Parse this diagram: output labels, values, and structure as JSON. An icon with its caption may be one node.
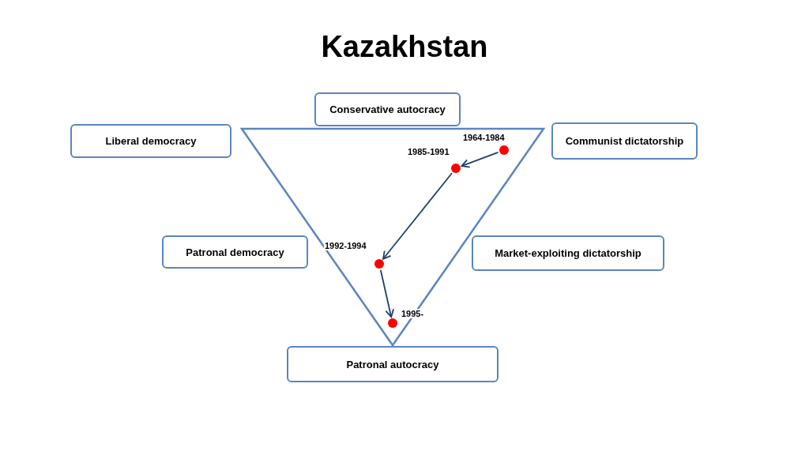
{
  "diagram": {
    "title": "Kazakhstan",
    "nodes": [
      {
        "text": [
          "Conservative autocracy"
        ]
      },
      {
        "text": [
          "Liberal democracy"
        ]
      },
      {
        "text": [
          "Communist dictatorship"
        ]
      },
      {
        "text": [],
        "shape": "circle",
        "beside": [
          "1964-1984"
        ]
      },
      {
        "text": [],
        "shape": "circle",
        "beside": [
          "1985-1991"
        ]
      },
      {
        "text": [
          "Patronal democracy"
        ]
      },
      {
        "text": [
          "Market-exploiting dictatorship"
        ]
      },
      {
        "text": [],
        "shape": "circle",
        "beside": [
          "1992-1994"
        ]
      },
      {
        "text": [],
        "shape": "circle",
        "beside": [
          "1995-"
        ]
      },
      {
        "text": [
          "Patronal autocracy"
        ]
      }
    ],
    "edges": [
      {
        "from": 3,
        "to": 4,
        "arrow": "to"
      },
      {
        "from": 4,
        "to": 7,
        "arrow": "to"
      },
      {
        "from": 7,
        "to": 8,
        "arrow": "to"
      }
    ]
  }
}
